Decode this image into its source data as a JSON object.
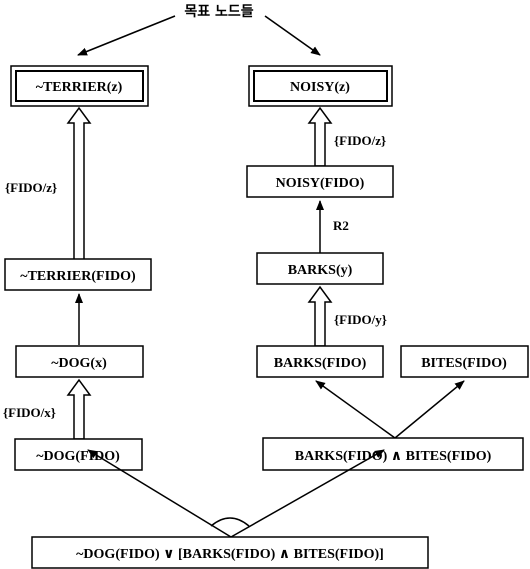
{
  "title": "목표 노드들",
  "nodes": {
    "goal_terrier": "~TERRIER(z)",
    "goal_noisy": "NOISY(z)",
    "terrier_fido": "~TERRIER(FIDO)",
    "dog_x": "~DOG(x)",
    "dog_fido": "~DOG(FIDO)",
    "noisy_fido": "NOISY(FIDO)",
    "barks_y": "BARKS(y)",
    "barks_fido": "BARKS(FIDO)",
    "bites_fido": "BITES(FIDO)",
    "barks_and_bites": "BARKS(FIDO) ∧ BITES(FIDO)",
    "root": "~DOG(FIDO) ∨ [BARKS(FIDO) ∧ BITES(FIDO)]"
  },
  "edge_labels": {
    "fido_z_left": "{FIDO/z}",
    "fido_x": "{FIDO/x}",
    "fido_z_right": "{FIDO/z}",
    "r2": "R2",
    "fido_y": "{FIDO/y}"
  }
}
